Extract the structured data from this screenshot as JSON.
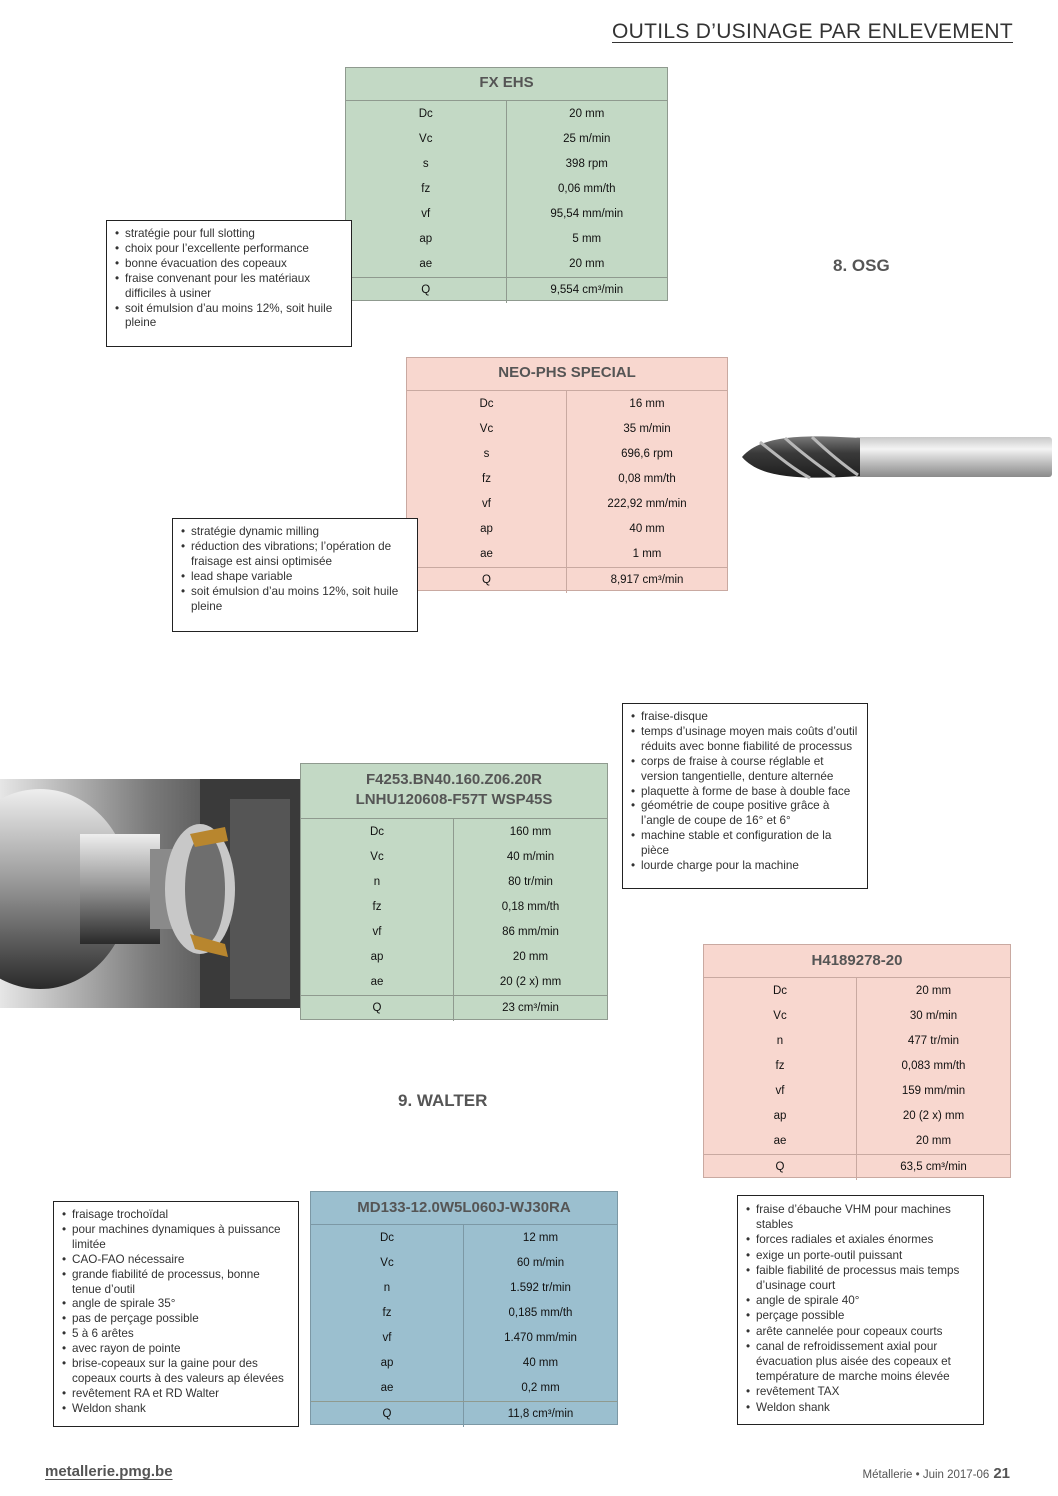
{
  "header": {
    "title": "OUTILS D’USINAGE PAR ENLEVEMENT"
  },
  "sections": {
    "osg": "8. OSG",
    "walter": "9. WALTER"
  },
  "tables": {
    "fx_ehs": {
      "title": "FX EHS",
      "rows": [
        [
          "Dc",
          "20 mm"
        ],
        [
          "Vc",
          "25 m/min"
        ],
        [
          "s",
          "398 rpm"
        ],
        [
          "fz",
          "0,06 mm/th"
        ],
        [
          "vf",
          "95,54 mm/min"
        ],
        [
          "ap",
          "5 mm"
        ],
        [
          "ae",
          "20 mm"
        ],
        [
          "Q",
          "9,554 cm³/min"
        ]
      ]
    },
    "neo_phs": {
      "title": "NEO-PHS SPECIAL",
      "rows": [
        [
          "Dc",
          "16 mm"
        ],
        [
          "Vc",
          "35 m/min"
        ],
        [
          "s",
          "696,6 rpm"
        ],
        [
          "fz",
          "0,08 mm/th"
        ],
        [
          "vf",
          "222,92 mm/min"
        ],
        [
          "ap",
          "40 mm"
        ],
        [
          "ae",
          "1 mm"
        ],
        [
          "Q",
          "8,917 cm³/min"
        ]
      ]
    },
    "f4253": {
      "title_line1": "F4253.BN40.160.Z06.20R",
      "title_line2": "LNHU120608-F57T WSP45S",
      "rows": [
        [
          "Dc",
          "160 mm"
        ],
        [
          "Vc",
          "40 m/min"
        ],
        [
          "n",
          "80 tr/min"
        ],
        [
          "fz",
          "0,18 mm/th"
        ],
        [
          "vf",
          "86 mm/min"
        ],
        [
          "ap",
          "20 mm"
        ],
        [
          "ae",
          "20 (2 x) mm"
        ],
        [
          "Q",
          "23 cm³/min"
        ]
      ]
    },
    "h4189": {
      "title": "H4189278-20",
      "rows": [
        [
          "Dc",
          "20 mm"
        ],
        [
          "Vc",
          "30 m/min"
        ],
        [
          "n",
          "477 tr/min"
        ],
        [
          "fz",
          "0,083 mm/th"
        ],
        [
          "vf",
          "159 mm/min"
        ],
        [
          "ap",
          "20 (2 x) mm"
        ],
        [
          "ae",
          "20 mm"
        ],
        [
          "Q",
          "63,5 cm³/min"
        ]
      ]
    },
    "md133": {
      "title": "MD133-12.0W5L060J-WJ30RA",
      "rows": [
        [
          "Dc",
          "12 mm"
        ],
        [
          "Vc",
          "60 m/min"
        ],
        [
          "n",
          "1.592 tr/min"
        ],
        [
          "fz",
          "0,185 mm/th"
        ],
        [
          "vf",
          "1.470 mm/min"
        ],
        [
          "ap",
          "40 mm"
        ],
        [
          "ae",
          "0,2 mm"
        ],
        [
          "Q",
          "11,8 cm³/min"
        ]
      ]
    }
  },
  "notes": {
    "fx_ehs": [
      "stratégie pour full slotting",
      "choix pour l’excellente performance",
      "bonne évacuation des copeaux",
      "fraise convenant pour les matériaux difficiles à usiner",
      "soit émulsion d’au moins 12%, soit huile pleine"
    ],
    "neo_phs": [
      "stratégie dynamic milling",
      "réduction des vibrations; l’opération de fraisage est ainsi optimisée",
      "lead shape variable",
      "soit émulsion d’au moins 12%, soit huile pleine"
    ],
    "f4253": [
      "fraise-disque",
      "temps d’usinage moyen mais coûts d’outil réduits avec bonne fiabilité de processus",
      "corps de fraise à course réglable et version tangentielle, denture alternée",
      "plaquette à forme de base à double face",
      "géométrie de coupe positive grâce à l’angle de coupe de 16° et 6°",
      "machine stable et configuration de la pièce",
      "lourde charge pour la machine"
    ],
    "md133": [
      "fraisage trochoïdal",
      "pour machines dynamiques à puissance limitée",
      "CAO-FAO nécessaire",
      "grande fiabilité de processus, bonne tenue d’outil",
      "angle de spirale 35°",
      "pas de perçage possible",
      "5 à 6 arêtes",
      "avec rayon de pointe",
      "brise-copeaux sur la gaine pour des copeaux courts à des valeurs ap élevées",
      "revêtement RA et RD Walter",
      "Weldon shank"
    ],
    "h4189": [
      "fraise d’ébauche VHM pour machines stables",
      "forces radiales et axiales énormes",
      "exige un porte-outil puissant",
      "faible fiabilité de processus mais temps d’usinage court",
      "angle de spirale 40°",
      "perçage possible",
      "arête cannelée pour copeaux courts",
      "canal de refroidissement axial pour évacuation plus aisée des copeaux et température de marche moins élevée",
      "revêtement TAX",
      "Weldon shank"
    ]
  },
  "footer": {
    "website": "metallerie.pmg.be",
    "issue": "Métallerie • Juin 2017-06",
    "page": "21"
  },
  "colors": {
    "green": "#c3d9c5",
    "pink": "#f8d7cf",
    "blue": "#9bbfcf"
  }
}
